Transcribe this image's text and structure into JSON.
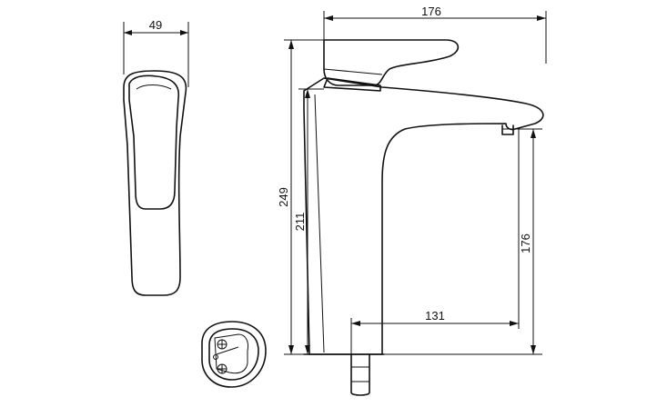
{
  "dimensions": {
    "side_width": "49",
    "total_depth": "176",
    "total_height": "249",
    "body_height": "211",
    "spout_height": "176",
    "spout_reach": "131"
  }
}
